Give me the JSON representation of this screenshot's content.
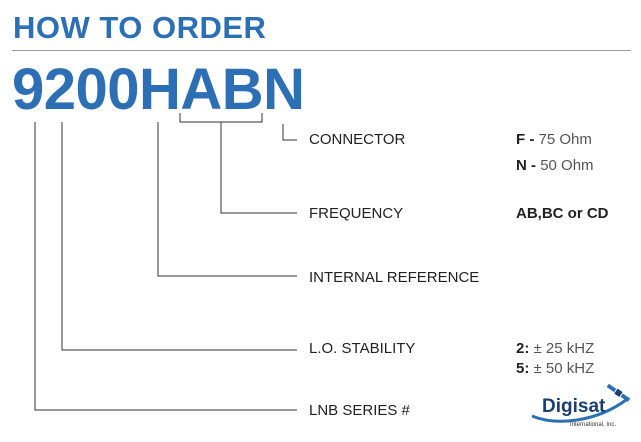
{
  "heading": "HOW TO ORDER",
  "model_number": "9200HABN",
  "fields": {
    "connector": {
      "label": "CONNECTOR",
      "options": [
        {
          "code": "F",
          "sep": " - ",
          "desc": "75 Ohm"
        },
        {
          "code": "N",
          "sep": " - ",
          "desc": "50 Ohm"
        }
      ]
    },
    "frequency": {
      "label": "FREQUENCY",
      "value": "AB,BC or CD"
    },
    "internal_reference": {
      "label": "INTERNAL REFERENCE"
    },
    "lo_stability": {
      "label": "L.O. STABILITY",
      "options": [
        {
          "code": "2:",
          "desc": " ± 25 kHZ"
        },
        {
          "code": "5:",
          "desc": " ± 50 kHZ"
        }
      ]
    },
    "lnb_series": {
      "label": "LNB SERIES #"
    }
  },
  "logo": {
    "name": "Digisat",
    "sub": "International, Inc."
  },
  "colors": {
    "brand_blue": "#2d6fb4",
    "text": "#222222",
    "rule": "#9a9a9a"
  }
}
